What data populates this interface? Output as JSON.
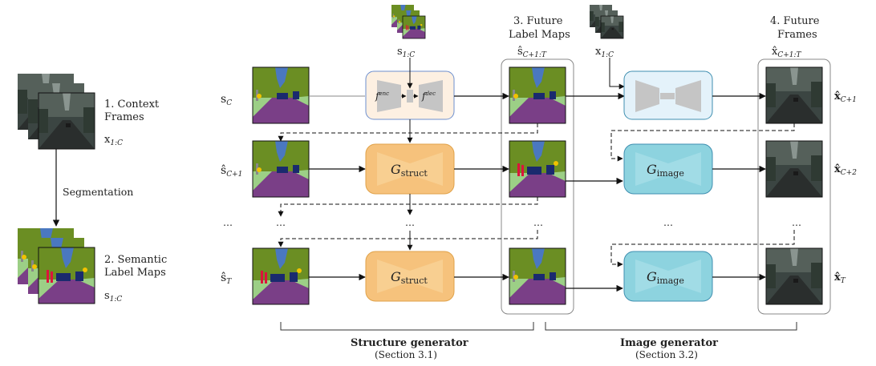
{
  "left_column": {
    "context_label_line1": "1. Context",
    "context_label_line2": "Frames",
    "context_var": "x",
    "context_sub": "1:C",
    "segmentation_label": "Segmentation",
    "semantic_label_line1": "2. Semantic",
    "semantic_label_line2": "Label Maps",
    "semantic_var": "s",
    "semantic_sub": "1:C"
  },
  "top_inputs": {
    "s_var": "s",
    "s_sub": "1:C",
    "x_var": "x",
    "x_sub": "1:C"
  },
  "column_headers": {
    "future_label_maps_line1": "3. Future",
    "future_label_maps_line2": "Label Maps",
    "future_label_maps_var": "ŝ",
    "future_label_maps_sub": "C+1:T",
    "future_frames_line1": "4. Future",
    "future_frames_line2": "Frames",
    "future_frames_var": "x̂",
    "future_frames_sub": "C+1:T"
  },
  "row_labels": {
    "row1_var": "s",
    "row1_sub": "C",
    "row2_var": "ŝ",
    "row2_sub": "C+1",
    "row3_var": "…",
    "row4_var": "ŝ",
    "row4_sub": "T"
  },
  "output_labels": {
    "out1_var": "x̂",
    "out1_sub": "C+1",
    "out2_var": "x̂",
    "out2_sub": "C+2",
    "out4_var": "x̂",
    "out4_sub": "T"
  },
  "encoder": {
    "f_enc": "f",
    "f_enc_sup": "enc",
    "f_dec": "f",
    "f_dec_sup": "dec"
  },
  "generators": {
    "struct_g": "G",
    "struct_sub": "struct",
    "image_g": "G",
    "image_sub": "image"
  },
  "ellipsis": "…",
  "footer": {
    "structure_title": "Structure generator",
    "structure_ref": "(Section 3.1)",
    "image_title": "Image generator",
    "image_ref": "(Section 3.2)"
  },
  "colors": {
    "struct_fill": "#f6c27c",
    "struct_stroke": "#e0a24a",
    "image_fill": "#8dd3df",
    "image_stroke": "#3f8fb0",
    "encoder_fill": "#fdf0e2",
    "encoder_stroke": "#6d8fcf",
    "image_enc_fill": "#e4f2fa",
    "seg_sky": "#4a78c0",
    "seg_veg": "#6b8e23",
    "seg_road": "#7a3f87",
    "seg_side": "#9ccf86",
    "seg_car": "#1a2a6e",
    "seg_person": "#dc143c",
    "photo_dark": "#2b3330",
    "photo_mid": "#5a6560"
  }
}
